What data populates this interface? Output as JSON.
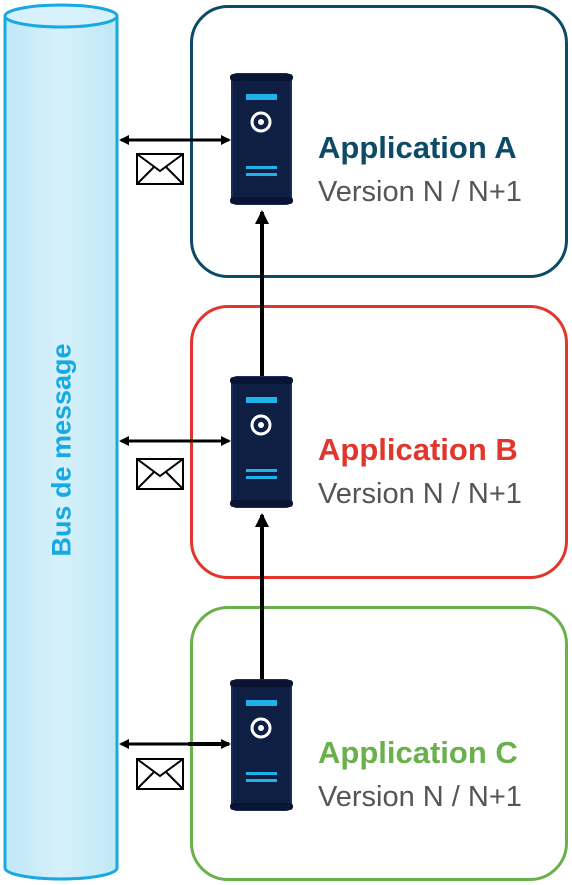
{
  "bus": {
    "label": "Bus de message",
    "color": "#17a9e1",
    "fill": "#c9ebf8"
  },
  "applications": [
    {
      "name": "Application A",
      "version": "Version N / N+1",
      "color": "#0d4a66"
    },
    {
      "name": "Application B",
      "version": "Version N / N+1",
      "color": "#e0362c"
    },
    {
      "name": "Application C",
      "version": "Version N / N+1",
      "color": "#6ab04c"
    }
  ],
  "icons": {
    "server": "server-icon",
    "message": "envelope-icon"
  }
}
